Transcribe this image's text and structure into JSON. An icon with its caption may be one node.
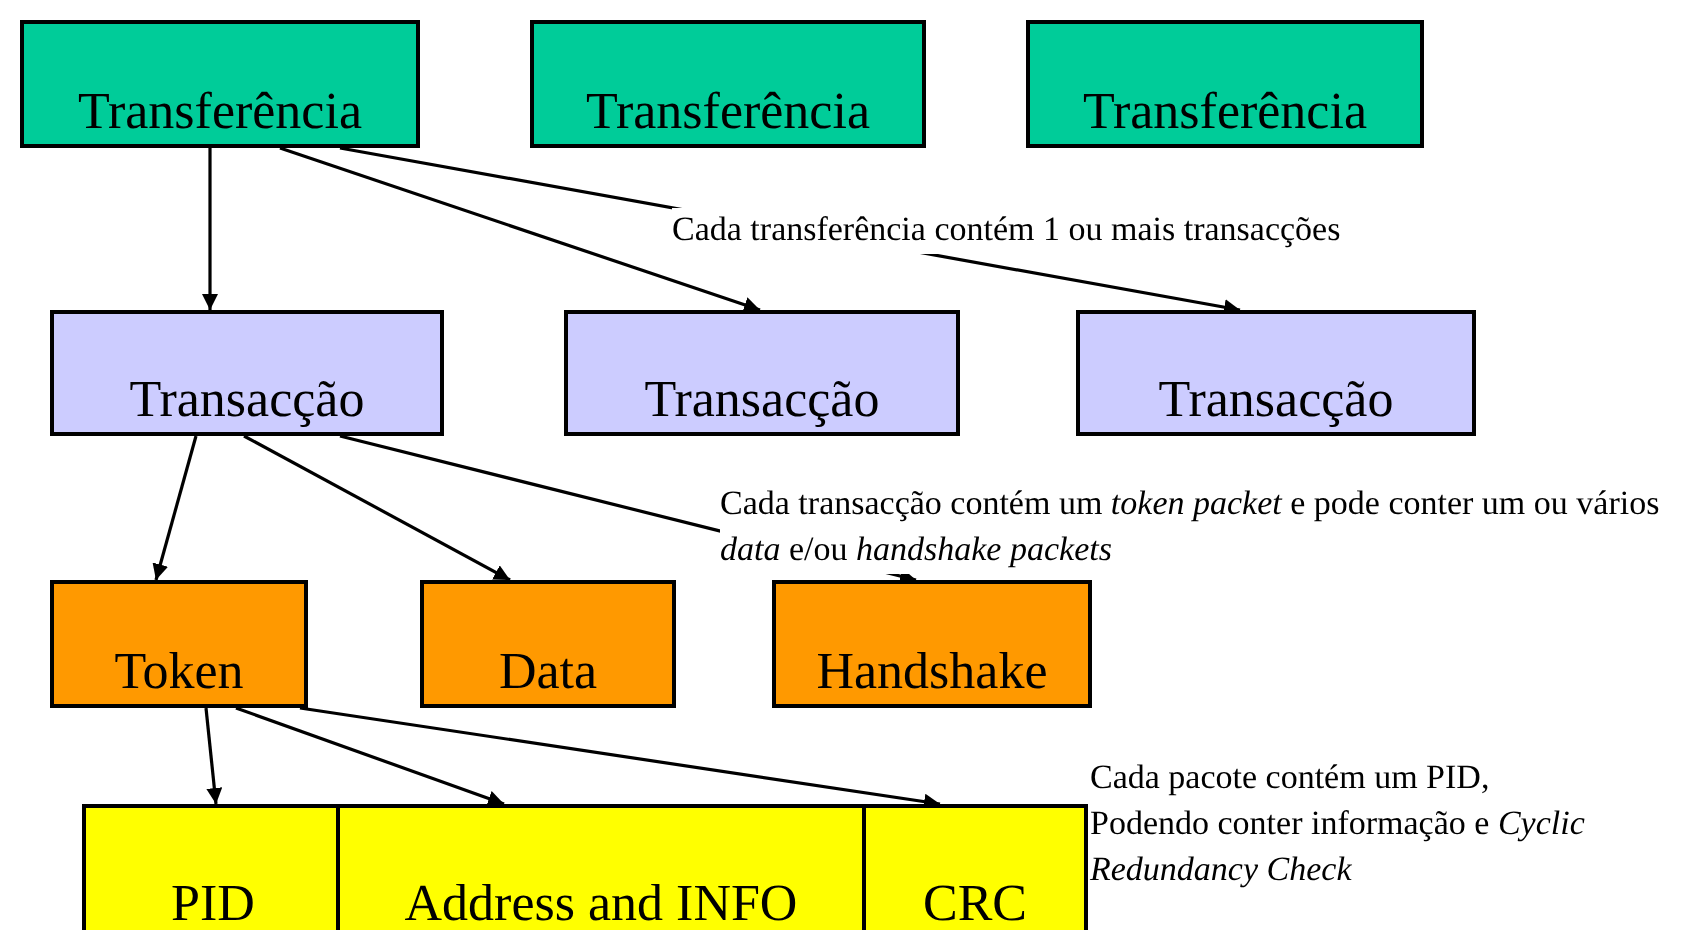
{
  "diagram": {
    "nodes": [
      {
        "text": [
          "Transferência"
        ]
      },
      {
        "text": [
          "Transferência"
        ]
      },
      {
        "text": [
          "Transferência"
        ]
      },
      {
        "text": [
          "Transacção"
        ]
      },
      {
        "text": [
          "Transacção"
        ]
      },
      {
        "text": [
          "Transacção"
        ]
      },
      {
        "text": [
          "Token"
        ]
      },
      {
        "text": [
          "Data"
        ]
      },
      {
        "text": [
          "Handshake"
        ]
      },
      {
        "text": [
          "PID"
        ]
      },
      {
        "text": [
          "Address and INFO"
        ]
      },
      {
        "text": [
          "CRC"
        ]
      }
    ],
    "edges": [
      {
        "from": 0,
        "to": 3,
        "arrow": "to"
      },
      {
        "from": 0,
        "to": 4,
        "arrow": "to"
      },
      {
        "from": 0,
        "to": 5,
        "arrow": "to"
      },
      {
        "from": 3,
        "to": 6,
        "arrow": "to"
      },
      {
        "from": 3,
        "to": 7,
        "arrow": "to"
      },
      {
        "from": 3,
        "to": 8,
        "arrow": "to"
      },
      {
        "from": 6,
        "to": 9,
        "arrow": "to"
      },
      {
        "from": 6,
        "to": 10,
        "arrow": "to"
      },
      {
        "from": 6,
        "to": 11,
        "arrow": "to"
      }
    ],
    "labels": [
      "Cada transferência contém 1 ou mais transacções",
      "Cada transacção contém um *token packet* e pode conter um ou vários *data* e/ou *handshake packets*",
      "Cada pacote contém um PID, Podendo conter informação e *Cyclic Redundancy Check*"
    ]
  }
}
